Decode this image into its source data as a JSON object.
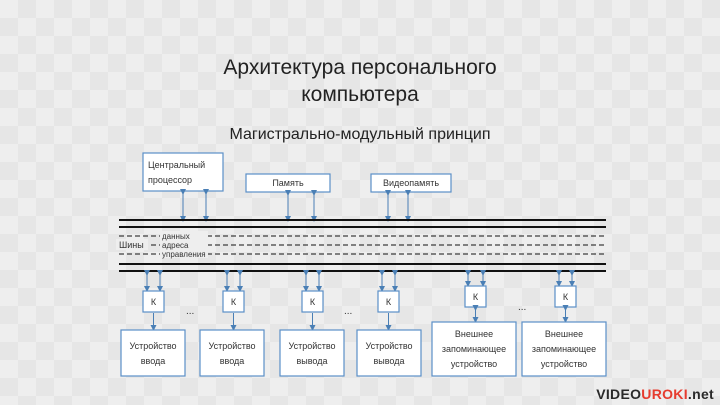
{
  "slide": {
    "title_line1": "Архитектура персонального",
    "title_line2": "компьютера",
    "subtitle": "Магистрально-модульный принцип"
  },
  "diagram": {
    "top_modules": {
      "cpu_line1": "Центральный",
      "cpu_line2": "процессор",
      "memory": "Память",
      "video_memory": "Видеопамять"
    },
    "bus": {
      "label": "Шины",
      "data": "данных",
      "address": "адреса",
      "control": "управления"
    },
    "controller_label": "К",
    "ellipsis": "...",
    "devices": {
      "input_line1": "Устройство",
      "input_line2": "ввода",
      "output_line1": "Устройство",
      "output_line2": "вывода",
      "ext_storage_line1": "Внешнее",
      "ext_storage_line2": "запоминающее",
      "ext_storage_line3": "устройство"
    }
  },
  "branding": {
    "logo_part1": "VIDEO",
    "logo_part2": "UROKI",
    "logo_part3": ".net"
  }
}
